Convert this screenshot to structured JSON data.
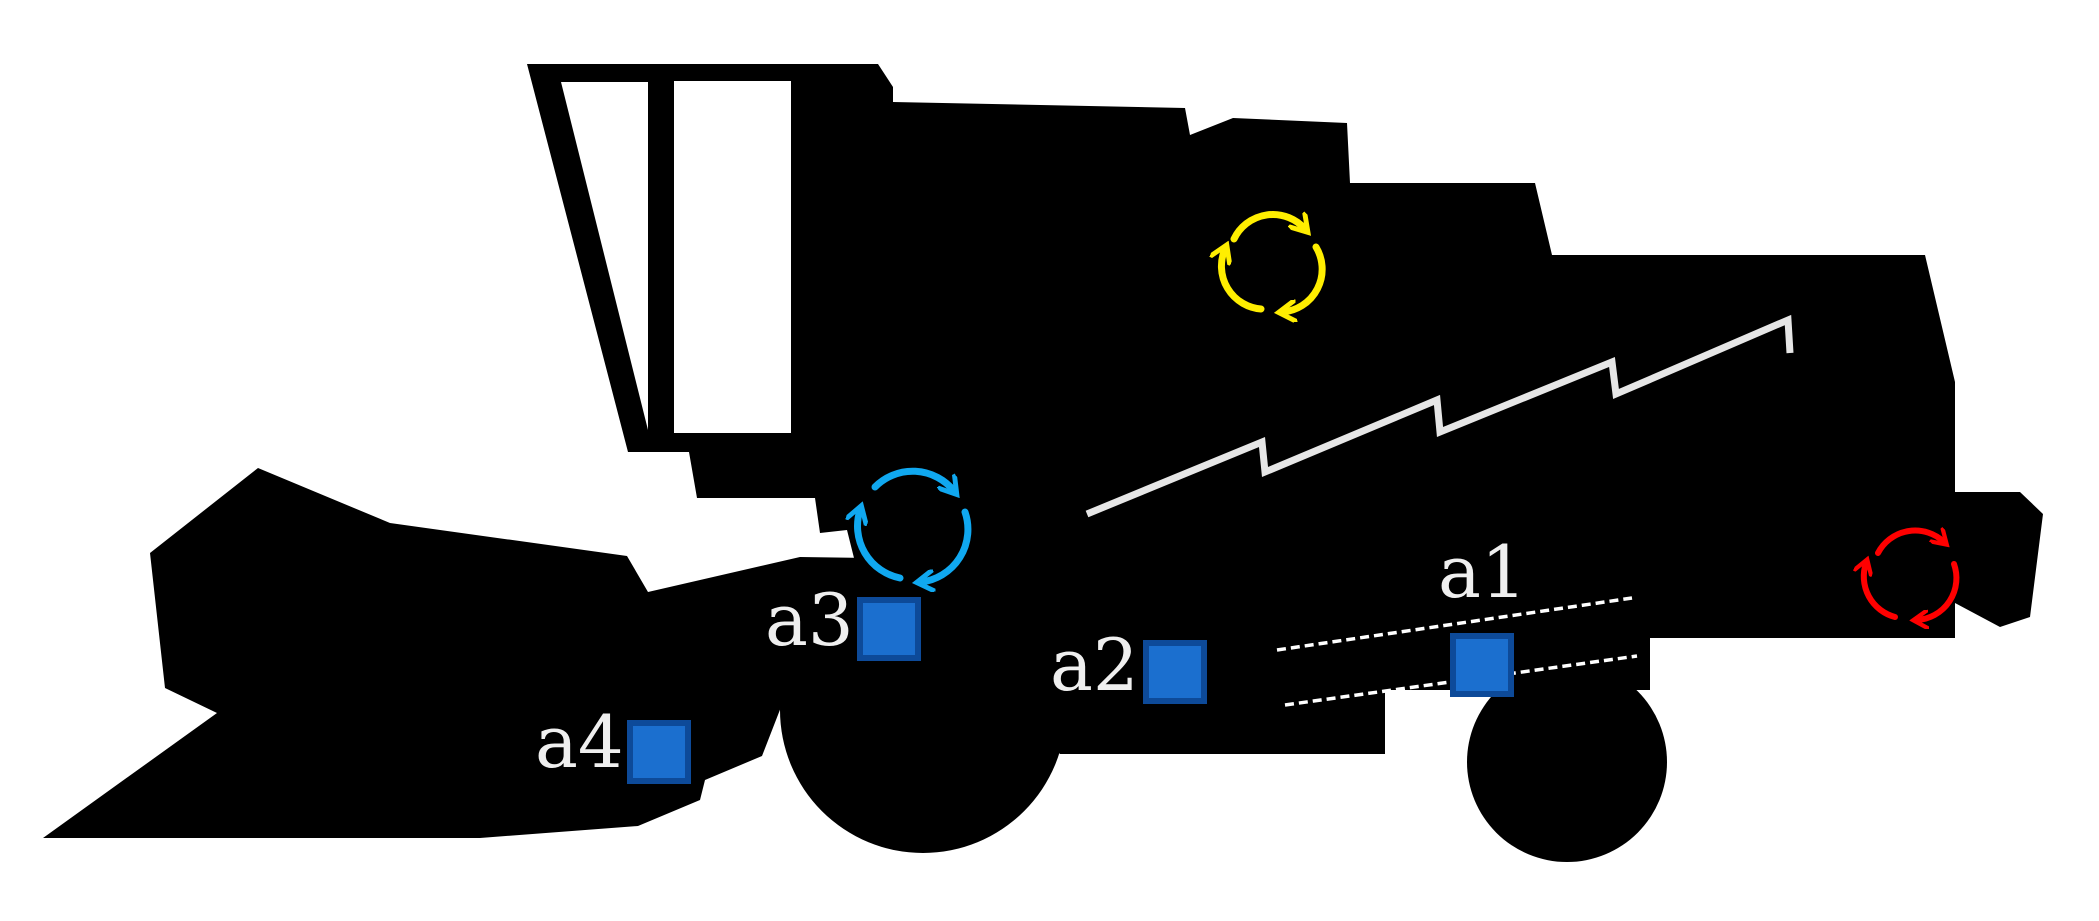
{
  "colors": {
    "background": "#ffffff",
    "machine": "#000000",
    "window": "#ffffff",
    "sieve_line": "#e6e6e6",
    "sensor_fill": "#1b6fcf",
    "sensor_border": "#0d4a99",
    "label": "#efefef",
    "rotor_yellow": "#ffee00",
    "rotor_blue": "#10a8f0",
    "rotor_red": "#ff0000"
  },
  "sensors": [
    {
      "id": "a1",
      "label": "a1"
    },
    {
      "id": "a2",
      "label": "a2"
    },
    {
      "id": "a3",
      "label": "a3"
    },
    {
      "id": "a4",
      "label": "a4"
    }
  ],
  "rotors": [
    {
      "id": "threshing-drum",
      "color": "yellow",
      "icon": "rotation-cycle-icon"
    },
    {
      "id": "header-auger",
      "color": "blue",
      "icon": "rotation-cycle-icon"
    },
    {
      "id": "straw-chopper",
      "color": "red",
      "icon": "rotation-cycle-icon"
    }
  ]
}
